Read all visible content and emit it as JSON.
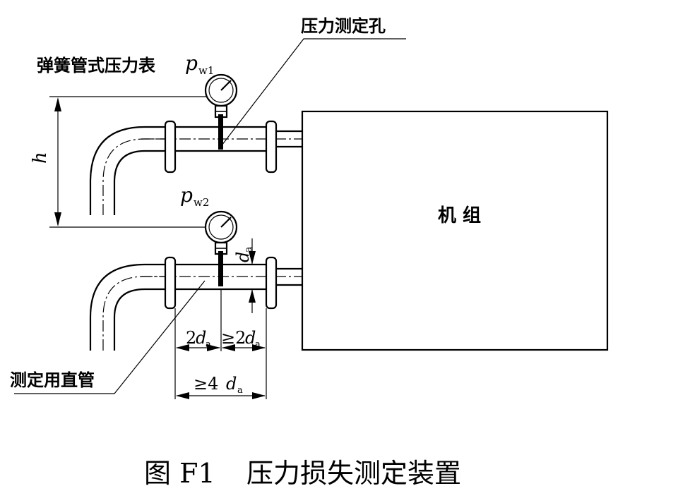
{
  "labels": {
    "pressure_hole": "压力测定孔",
    "spring_gauge": "弹簧管式压力表",
    "p_symbol": "p",
    "w1_subscript": "w1",
    "w2_subscript": "w2",
    "h_symbol": "h",
    "unit_block": "机 组",
    "d_symbol": "d",
    "a_subscript": "a",
    "straight_pipe": "测定用直管",
    "dim_2": "2",
    "dim_ge2": "≥2",
    "dim_ge4": "≥4"
  },
  "caption": {
    "figure_no": "图 F1",
    "title": "压力损失测定装置"
  }
}
